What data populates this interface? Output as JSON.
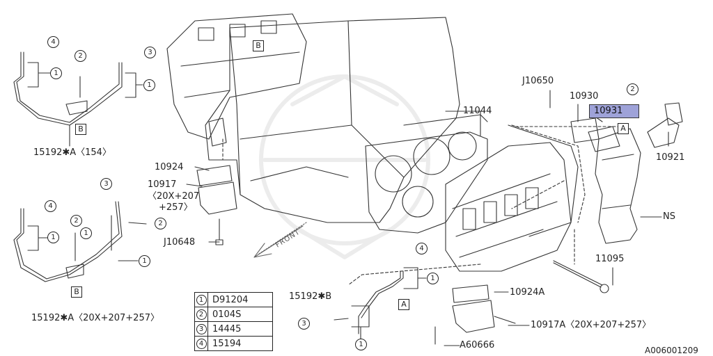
{
  "part_numbers": {
    "hose_assembly_154": "15192✱A〈154〉",
    "hose_assembly_20x": "15192✱A〈20X+207+257〉",
    "hose_assembly_b": "15192✱B",
    "head_gasket": "11044",
    "stud_bolt_top": "J10650",
    "cover": "10930",
    "gasket_highlighted": "10931",
    "oil_control_valve": "10921",
    "gasket_valve_body": "10924",
    "valve_body": "10917",
    "valve_body_models": "〈20X+207",
    "valve_body_models_2": "+257〉",
    "bolt_valve_body": "J10648",
    "not_supplied": "NS",
    "cylinder_head_bolt": "11095",
    "gasket_valve_body_a": "10924A",
    "valve_body_a": "10917A〈20X+207+257〉",
    "bolt_a": "A60666",
    "diagram_id": "A006001209"
  },
  "ref_numbers": {
    "one": "1",
    "two": "2",
    "three": "3",
    "four": "4"
  },
  "ref_letters": {
    "a": "A",
    "b": "B"
  },
  "front_label": "FRONT",
  "legend": [
    {
      "num": "1",
      "code": "D91204"
    },
    {
      "num": "2",
      "code": "0104S"
    },
    {
      "num": "3",
      "code": "14445"
    },
    {
      "num": "4",
      "code": "15194"
    }
  ],
  "colors": {
    "highlight": "#9ea2d8",
    "line": "#222222"
  }
}
